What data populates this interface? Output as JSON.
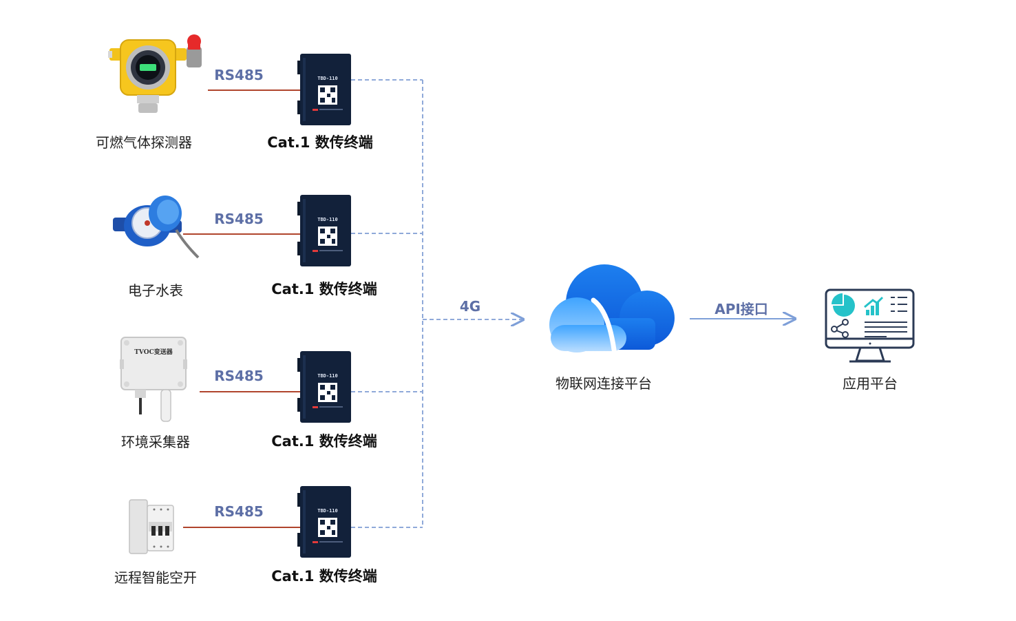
{
  "devices": [
    {
      "label": "可燃气体探测器",
      "icon": "gas-detector-icon"
    },
    {
      "label": "电子水表",
      "icon": "water-meter-icon"
    },
    {
      "label": "环境采集器",
      "icon": "environment-collector-icon"
    },
    {
      "label": "远程智能空开",
      "icon": "smart-breaker-icon"
    }
  ],
  "links": [
    "RS485",
    "RS485",
    "RS485",
    "RS485"
  ],
  "terminals": [
    {
      "label": "Cat.1 数传终端",
      "model": "TBD-110"
    },
    {
      "label": "Cat.1 数传终端",
      "model": "TBD-110"
    },
    {
      "label": "Cat.1 数传终端",
      "model": "TBD-110"
    },
    {
      "label": "Cat.1 数传终端",
      "model": "TBD-110"
    }
  ],
  "tvoc_label": "TVOC变送器",
  "network_label": "4G",
  "cloud": {
    "label": "物联网连接平台",
    "icon": "cloud-icon"
  },
  "api_label": "API接口",
  "app": {
    "label": "应用平台",
    "icon": "dashboard-monitor-icon"
  },
  "colors": {
    "rs485_line": "#b0442c",
    "protocol_text": "#5d6fa6",
    "dashed_line": "#8fa9d9",
    "arrow": "#7e9fd8",
    "cloud": "#2f8cf0",
    "monitor": "#2b3a55",
    "accent": "#25c2c9"
  }
}
